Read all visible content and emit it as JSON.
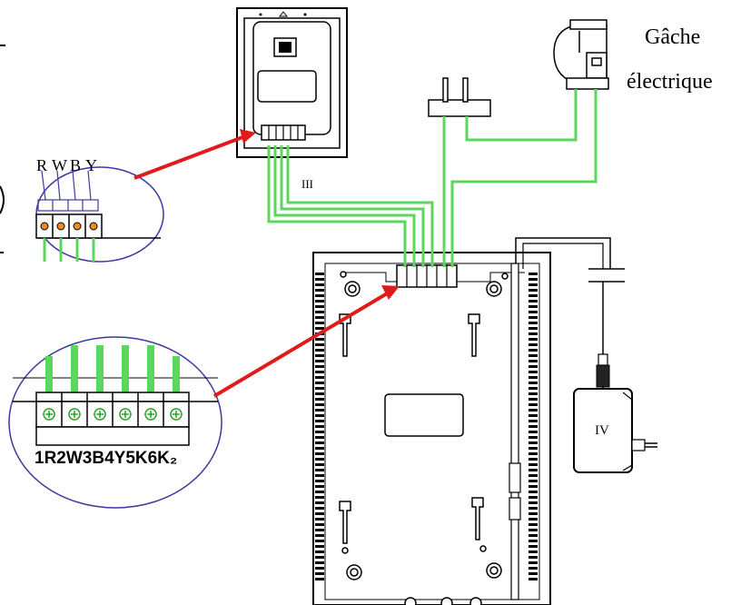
{
  "labels": {
    "strike_line1": "Gâche",
    "strike_line2": "électrique",
    "cable_label": "III",
    "adapter_label": "IV",
    "outdoor_terminals": [
      "R",
      "W",
      "B",
      "Y"
    ],
    "indoor_terminals": "1R2W3B4Y5K6K₂"
  },
  "colors": {
    "wire": "#5cd65c",
    "pointer": "#e01b1b",
    "inset_border": "#3a3aa0",
    "outline": "#000000"
  }
}
